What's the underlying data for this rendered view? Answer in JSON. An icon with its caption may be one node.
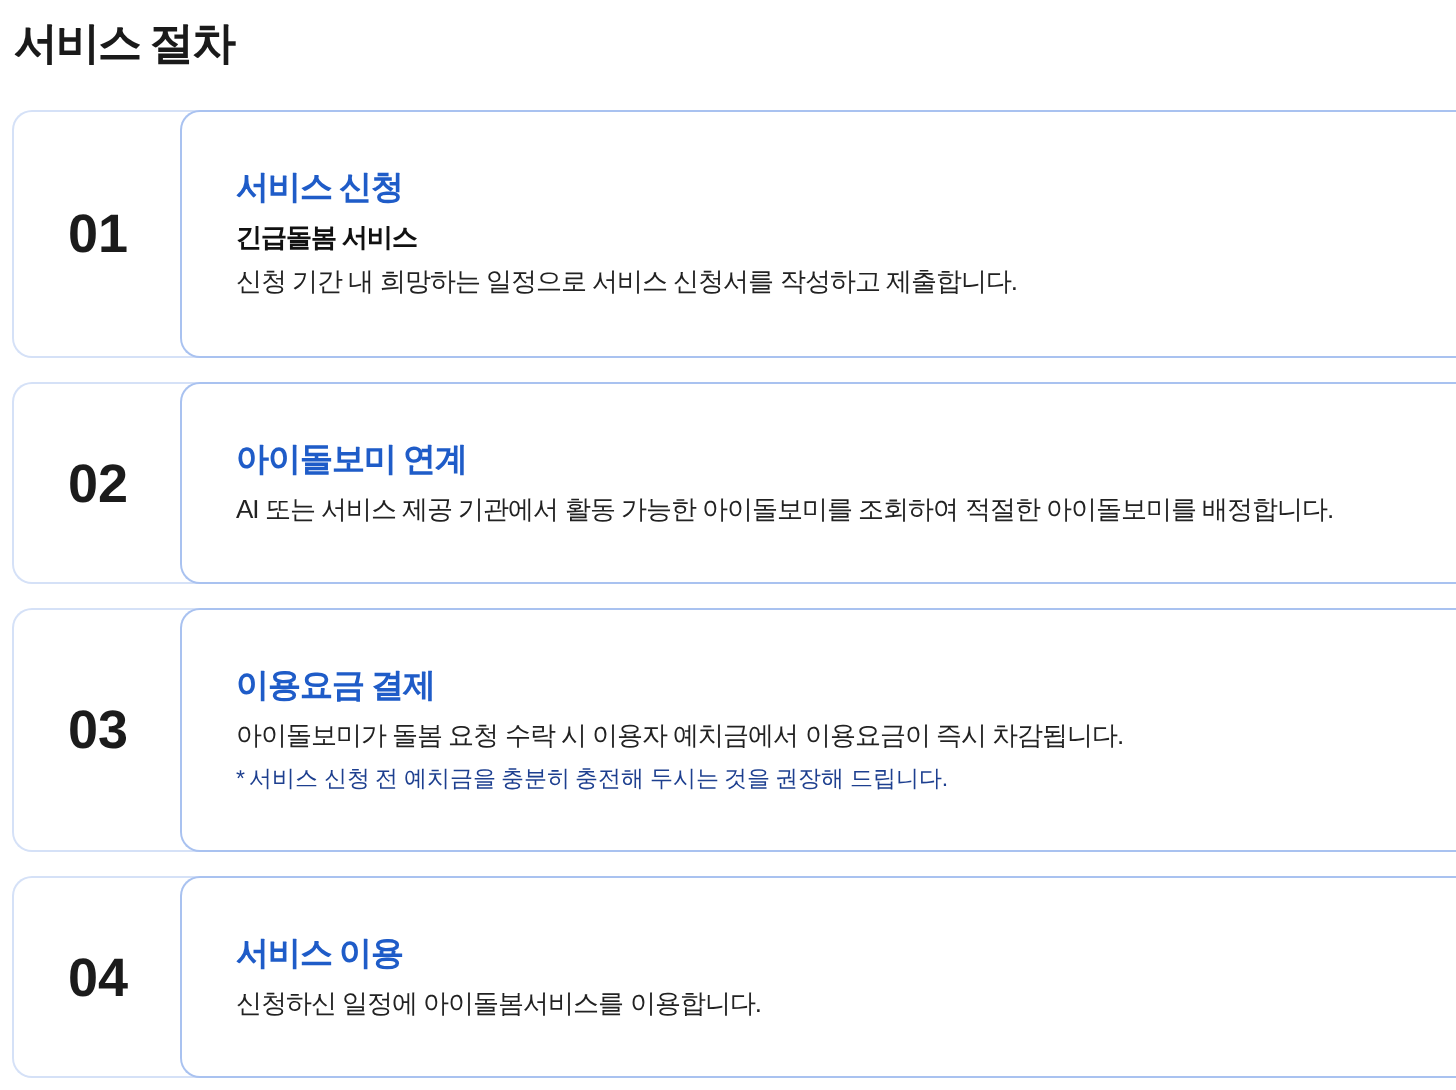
{
  "diagram": {
    "title": "서비스 절차",
    "nodes": [
      {
        "text": [
          "01"
        ]
      },
      {
        "text": [
          "서비스 신청",
          "긴급돌봄 서비스",
          "신청 기간 내 희망하는 일정으로 서비스 신청서를 작성하고 제출합니다."
        ],
        "in": 0
      },
      {
        "text": [
          "02"
        ]
      },
      {
        "text": [
          "아이돌보미 연계",
          "AI 또는 서비스 제공 기관에서 활동 가능한 아이돌보미를 조회하여 적절한 아이돌보미를 배정합니다."
        ],
        "in": 2
      },
      {
        "text": [
          "03"
        ]
      },
      {
        "text": [
          "이용요금 결제",
          "아이돌보미가 돌봄 요청 수락 시 이용자 예치금에서 이용요금이 즉시 차감됩니다.",
          "* 서비스 신청 전 예치금을 충분히 충전해 두시는 것을 권장해 드립니다."
        ],
        "in": 4
      },
      {
        "text": [
          "04"
        ]
      },
      {
        "text": [
          "서비스 이용",
          "신청하신 일정에 아이돌봄서비스를 이용합니다."
        ],
        "in": 6
      }
    ]
  }
}
